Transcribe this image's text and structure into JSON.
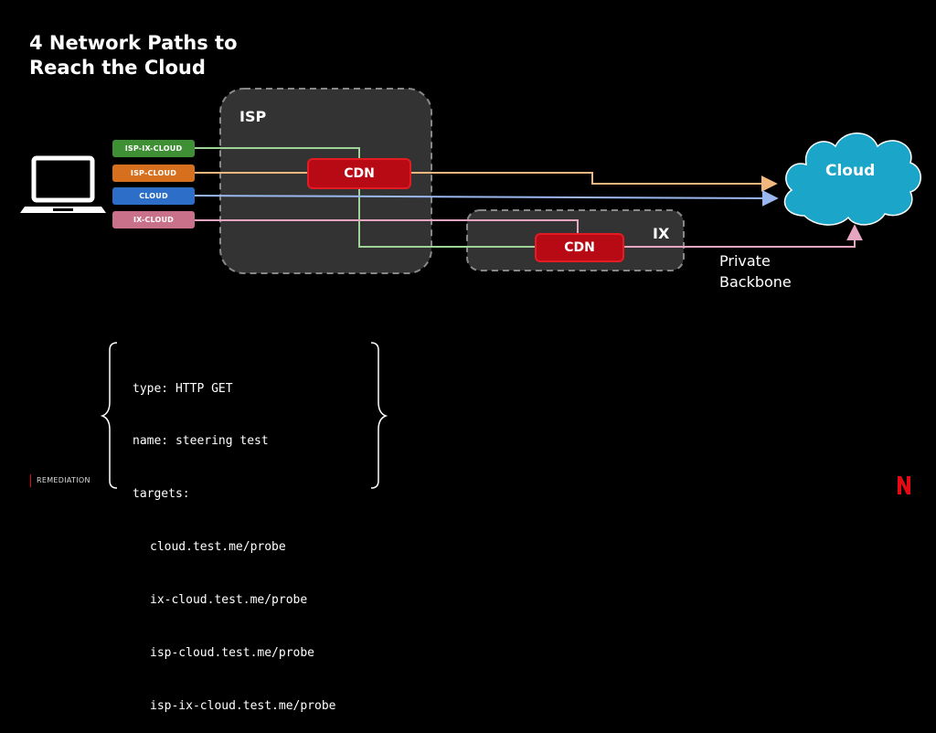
{
  "title": "4 Network Paths to Reach the Cloud",
  "regions": {
    "isp": "ISP",
    "ix": "IX"
  },
  "paths": [
    {
      "label": "ISP-IX-CLOUD",
      "color": "#3f8f35"
    },
    {
      "label": "ISP-CLOUD",
      "color": "#d7701e"
    },
    {
      "label": "CLOUD",
      "color": "#2d6ec9"
    },
    {
      "label": "IX-CLOUD",
      "color": "#c9708b"
    }
  ],
  "cdn_isp": "CDN",
  "cdn_ix": "CDN",
  "cloud": "Cloud",
  "backbone": [
    "Private",
    "Backbone"
  ],
  "config": {
    "type_line": "type: HTTP GET",
    "name_line": "name: steering test",
    "targets_line": "targets:",
    "targets": [
      "cloud.test.me/probe",
      "ix-cloud.test.me/probe",
      "isp-cloud.test.me/probe",
      "isp-ix-cloud.test.me/probe"
    ]
  },
  "footer": "REMEDIATION",
  "brand": "N",
  "colors": {
    "line_green": "#9fd39a",
    "line_orange": "#f2b77f",
    "line_blue": "#9ab8ef",
    "line_pink": "#e6a6c0",
    "cloud": "#1ba6c9",
    "cdn": "#b80a14",
    "brand_red": "#e50914"
  }
}
